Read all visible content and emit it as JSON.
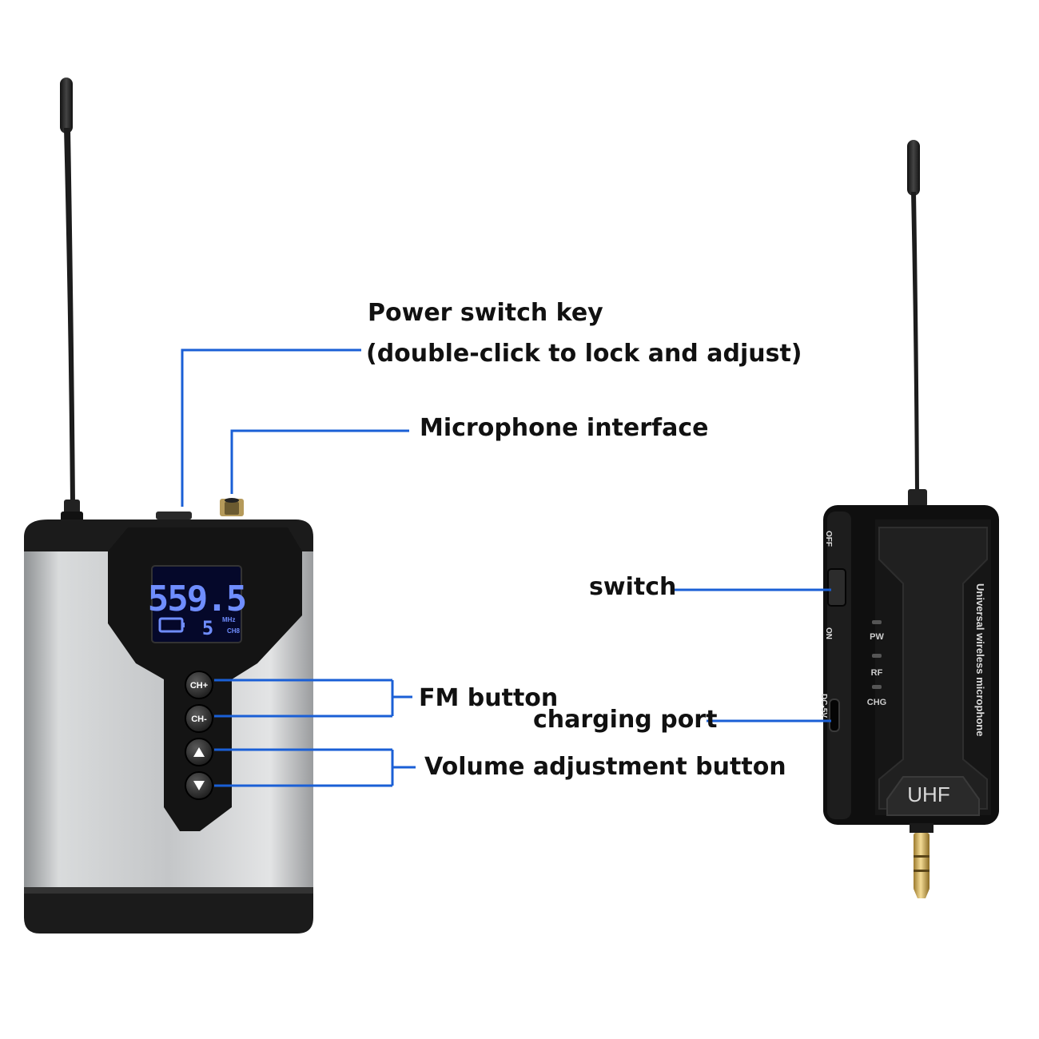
{
  "callouts": {
    "power_line1": "Power switch key",
    "power_line2": "(double-click to lock and adjust)",
    "mic_interface": "Microphone interface",
    "fm_button": "FM button",
    "volume_button": "Volume adjustment button",
    "switch": "switch",
    "charging_port": "charging port"
  },
  "bodypack": {
    "lcd_frequency": "559.5",
    "lcd_channel": "5",
    "lcd_unit": "MHz",
    "lcd_ch_label": "CH8",
    "btn_ch_plus": "CH+",
    "btn_ch_minus": "CH-"
  },
  "receiver": {
    "label_off": "OFF",
    "label_on": "ON",
    "label_dc": "DC-5V",
    "led_pw": "PW",
    "led_rf": "RF",
    "led_chg": "CHG",
    "side_text": "Universal wireless microphone",
    "brand": "UHF"
  },
  "colors": {
    "leader_line": "#1a5fd6",
    "lcd_glow": "#3d6bff",
    "body_silver": "#c9cbcd",
    "body_black": "#151515"
  }
}
